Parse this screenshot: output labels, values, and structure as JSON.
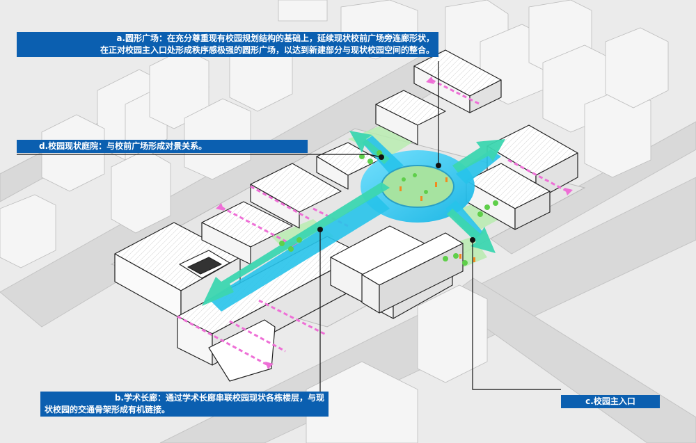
{
  "annotations": {
    "a": {
      "line1": "a.圆形广场：在充分尊重现有校园规划结构的基础上，延续现状校前广场旁连廊形状，",
      "line2": "在正对校园主入口处形成秩序感极强的圆形广场，以达到新建部分与现状校园空间的整合。"
    },
    "d": {
      "text": "d.校园现状庭院：与校前广场形成对景关系。"
    },
    "b": {
      "line1": "b.学术长廊：通过学术长廊串联校园现状各栋楼层，与现",
      "line2": "状校园的交通骨架形成有机链接。"
    },
    "c": {
      "text": "c.校园主入口"
    }
  },
  "colors": {
    "label_bg": "#0b5fb0",
    "plaza": "#27c3ea",
    "arrow": "#3cd6b0",
    "corridor_dash": "#ee6fd6",
    "green": "#7ed957",
    "building_fill": "#ffffff",
    "background_building": "#f3f3f3",
    "road": "#dcdcdc"
  },
  "icons": [
    "arrow-up-left",
    "arrow-up-right",
    "arrow-down-right",
    "arrow-long-left"
  ]
}
